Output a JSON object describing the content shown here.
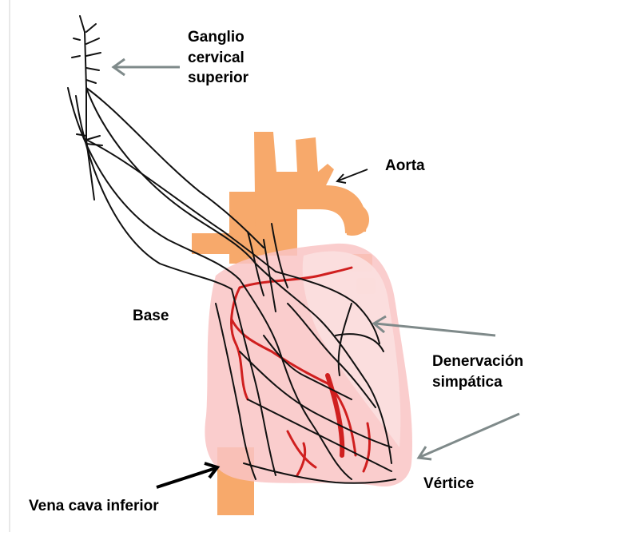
{
  "labels": {
    "ganglion": [
      "Ganglio",
      "cervical",
      "superior"
    ],
    "aorta": "Aorta",
    "base": "Base",
    "denervation": [
      "Denervación",
      "simpática"
    ],
    "apex": "Vértice",
    "ivc": "Vena cava inferior"
  },
  "colors": {
    "heart_fill": "#f9c4c4",
    "heart_fill_light": "#fbe0e0",
    "vessel_orange": "#f7a96b",
    "artery_red": "#d01f1f",
    "nerve_black": "#111111",
    "arrow_gray": "#7f8a8a",
    "arrow_black": "#000000"
  }
}
